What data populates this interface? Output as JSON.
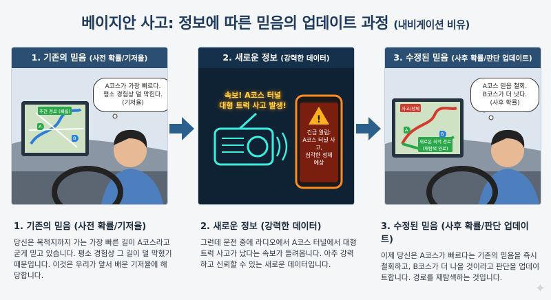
{
  "title": {
    "main": "베이지안 사고: 정보에 따른 믿음의 업데이트 과정",
    "sub": "(내비게이션 비유)"
  },
  "panels": [
    {
      "heading": "1. 기존의 믿음",
      "heading_sub": "(사전 확률/기저율)",
      "bubble": "A코스가 가장 빠르다.\n평소 경험상 덜 막힌다.\n(기저율)",
      "map_label_route": "추천 경로\n(빠름)",
      "map_label_a": "A",
      "map_label_b": "B"
    },
    {
      "heading": "2. 새로운 정보",
      "heading_sub": "(강력한 데이터)",
      "alert": "속보! A코스 터널\n대형 트럭 사고 발생!",
      "phone_alert": "긴급 알림:\nA코스 터널 사고,\n심각한 정체\n예상"
    },
    {
      "heading": "3. 수정된 믿음",
      "heading_sub": "(사후 확률/판단 업데이트)",
      "bubble": "A코스 믿음 철회.\nB코스가 더 낫다.\n(사후 확률)",
      "map_label_accident": "사고/정체",
      "map_label_route": "새로운 최적 경로\n(재탐색 완료)",
      "map_label_a": "A",
      "map_label_b": "B"
    }
  ],
  "captions": [
    {
      "title": "1. 기존의 믿음 (사전 확률/기저율)",
      "body": "당신은 목적지까지 가는 가장 빠른 길이 A코스라고 굳게 믿고 있습니다. 평소 경험상 그 길이 덜 막혔기 때문입니다. 이것은 우리가 앞서 배운 기저율에 해당합니다."
    },
    {
      "title": "2. 새로운 정보 (강력한 데이터)",
      "body": "그런데 운전 중에 라디오에서 A코스 터널에서 대형 트럭 사고가 났다는 속보가 들려옵니다. 아주 강력하고 신뢰할 수 있는 새로운 데이터입니다."
    },
    {
      "title": "3. 수정된 믿음 (사후 확률/판단 업데이트)",
      "body": "이제 당신은 A코스가 빠르다는 기존의 믿음을 즉시 철회하고, B코스가 더 나을 것이라고 판단을 업데이트합니다. 경로를 재탐색하는 것입니다."
    }
  ],
  "colors": {
    "title": "#1e3a5f",
    "panel_head": "#2b4f73",
    "arrow": "#2b5f8c",
    "alert": "#ffd84a",
    "glow": "#39f0e0"
  }
}
